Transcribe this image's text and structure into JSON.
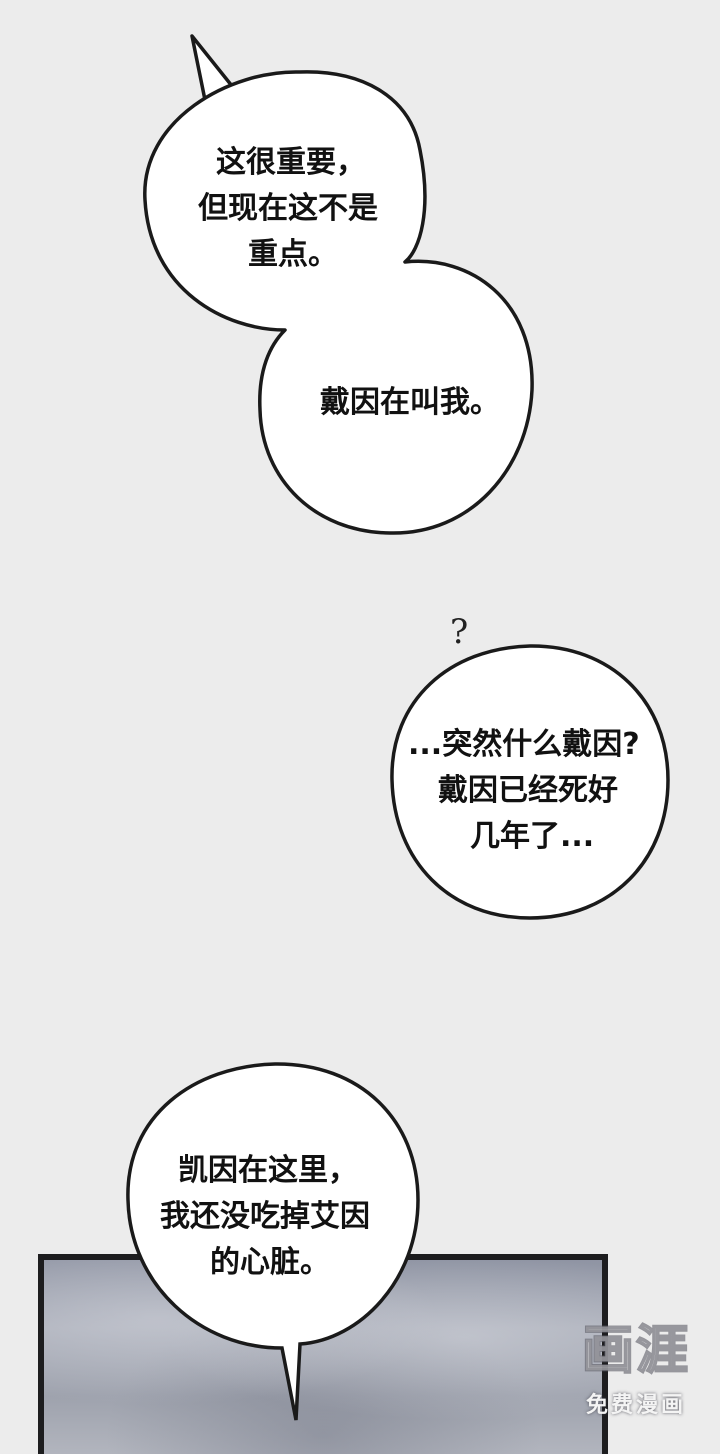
{
  "bubbles": [
    {
      "lines": [
        "这很重要，",
        "但现在这不是",
        "重点。"
      ]
    },
    {
      "lines": [
        "戴因在叫我。"
      ]
    },
    {
      "lines": [
        "...突然什么戴因?",
        "戴因已经死好",
        "几年了..."
      ]
    },
    {
      "lines": [
        "凯因在这里，",
        "我还没吃掉艾因",
        "的心脏。"
      ]
    }
  ],
  "question_mark": "?",
  "watermark": {
    "logo": "画涯",
    "subtitle": "免费漫画"
  }
}
